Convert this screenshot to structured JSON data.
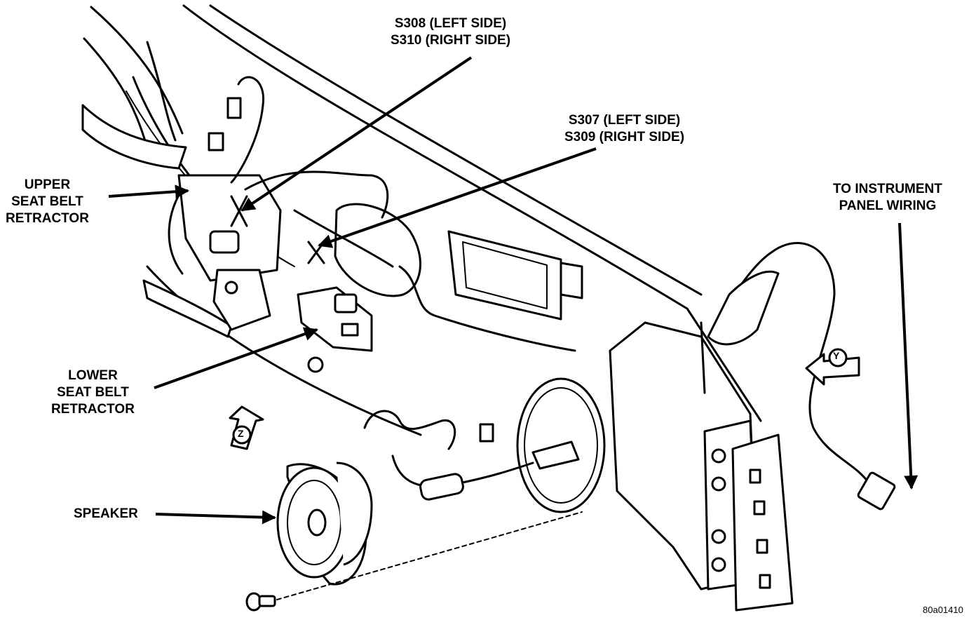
{
  "labels": {
    "s308": "S308 (LEFT SIDE)",
    "s310": "S310 (RIGHT SIDE)",
    "s307": "S307 (LEFT SIDE)",
    "s309": "S309 (RIGHT SIDE)",
    "upper_1": "UPPER",
    "upper_2": "SEAT BELT",
    "upper_3": "RETRACTOR",
    "lower_1": "LOWER",
    "lower_2": "SEAT BELT",
    "lower_3": "RETRACTOR",
    "instrument_1": "TO INSTRUMENT",
    "instrument_2": "PANEL WIRING",
    "speaker": "SPEAKER",
    "view_y": "Y",
    "view_z": "Z",
    "figure_id": "80a01410"
  }
}
